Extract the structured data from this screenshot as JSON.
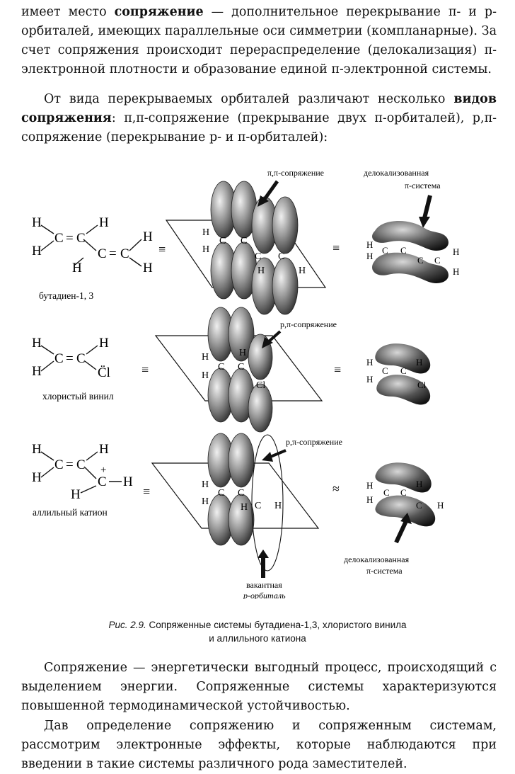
{
  "text": {
    "p1_a": "имеет место ",
    "p1_bold": "сопряжение",
    "p1_b": " — дополнительное перекрывание π- и p-орбиталей, имеющих параллельные оси симметрии (компланарные). За счет сопряжения происходит перераспределение (делокализация) π-электронной плотности и образование единой π-электронной системы.",
    "p2_a": "От вида перекрываемых орбиталей различают несколько ",
    "p2_bold": "видов сопряжения",
    "p2_b": ": π,π-сопряжение (прекрывание двух π-орбиталей), p,π-сопряжение (перекрывание p- и π-орбиталей):",
    "p3": "Сопряжение — энергетически выгодный процесс, происходящий с выделением энергии. Сопряженные системы характеризуются повышенной термодинамической устойчивостью.",
    "p4": "Дав определение сопряжению и сопряженным системам, рассмотрим электронные эффекты, которые наблюдаются при введении в такие системы различного рода заместителей."
  },
  "figure": {
    "row1": {
      "name": "бутадиен-1, 3",
      "label_conj": "π,π-сопряжение",
      "label_deloc1": "делокализованная",
      "label_deloc2": "π-система"
    },
    "row2": {
      "name": "хлористый винил",
      "label_conj": "p,π-сопряжение"
    },
    "row3": {
      "name": "аллильный катион",
      "label_conj": "p,π-сопряжение",
      "label_vac1": "вакантная",
      "label_vac2": "p-орбиталь",
      "label_deloc1": "делокализованная",
      "label_deloc2": "π-система"
    },
    "atoms": {
      "H": "H",
      "C": "C",
      "Cl": "Cl",
      "ClDots": "C̈l",
      "plus": "+"
    },
    "equiv": "≡",
    "approx": "≈",
    "bond_double": "=",
    "bond_single": "–"
  },
  "caption": {
    "label": "Рис. 2.9.",
    "line1": " Сопряженные системы бутадиена-1,3, хлористого винила",
    "line2": "и аллильного катиона"
  }
}
